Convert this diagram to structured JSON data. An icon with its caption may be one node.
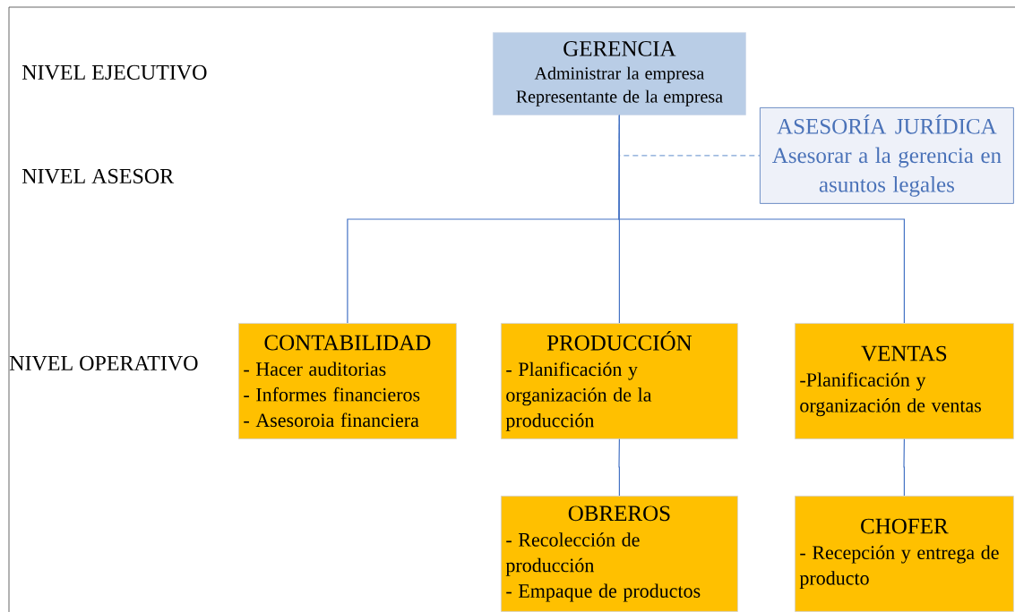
{
  "diagram": {
    "nodes": [
      {
        "text": [
          "GERENCIA",
          "Administrar la empresa",
          "Representante de la empresa"
        ]
      },
      {
        "text": [
          "ASESORÍA JURÍDICA",
          "Asesorar a la gerencia en asuntos legales"
        ]
      },
      {
        "text": [
          "CONTABILIDAD",
          "- Hacer auditorias",
          "- Informes financieros",
          "- Asesoroia financiera"
        ]
      },
      {
        "text": [
          "PRODUCCIÓN",
          "- Planificación y organización de la producción"
        ]
      },
      {
        "text": [
          "VENTAS",
          "-Planificación y organización de ventas"
        ]
      },
      {
        "text": [
          "OBREROS",
          "- Recolección de producción",
          "- Empaque de productos"
        ]
      },
      {
        "text": [
          "CHOFER",
          "- Recepción y entrega de producto"
        ]
      }
    ],
    "edges": [
      {
        "from": 0,
        "to": 1,
        "arrow": "none",
        "style": "dashed",
        "color": "#7fa3d6"
      },
      {
        "from": 0,
        "to": 2,
        "arrow": "none"
      },
      {
        "from": 0,
        "to": 3,
        "arrow": "none"
      },
      {
        "from": 0,
        "to": 4,
        "arrow": "none"
      },
      {
        "from": 3,
        "to": 5,
        "arrow": "none"
      },
      {
        "from": 4,
        "to": 6,
        "arrow": "none"
      }
    ],
    "labels": [
      "NIVEL EJECUTIVO",
      "NIVEL ASESOR",
      "NIVEL OPERATIVO"
    ]
  }
}
